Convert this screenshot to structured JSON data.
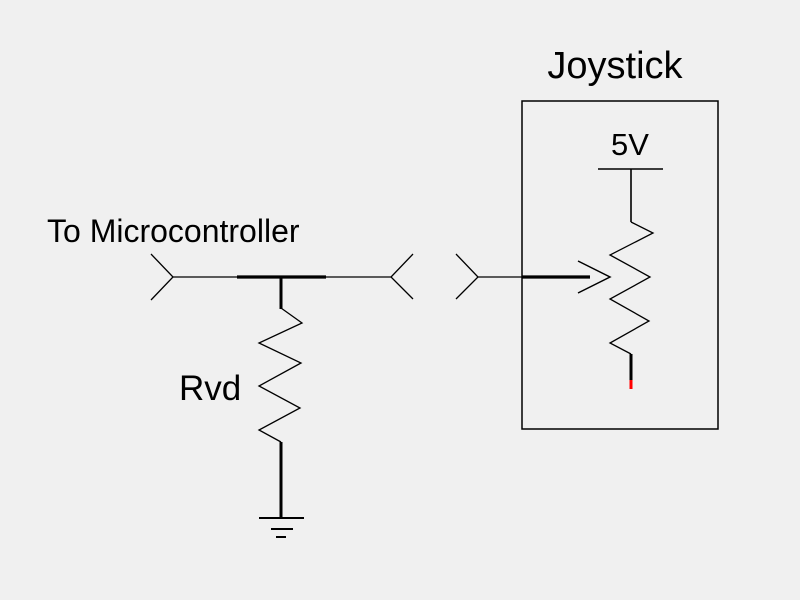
{
  "title": "Joystick",
  "labels": {
    "net": "To Microcontroller",
    "resistor": "Rvd",
    "supply": "5V"
  },
  "colors": {
    "background": "#f0f0f0",
    "line": "#000000",
    "text": "#000000",
    "terminal_mark": "#ff0000"
  }
}
